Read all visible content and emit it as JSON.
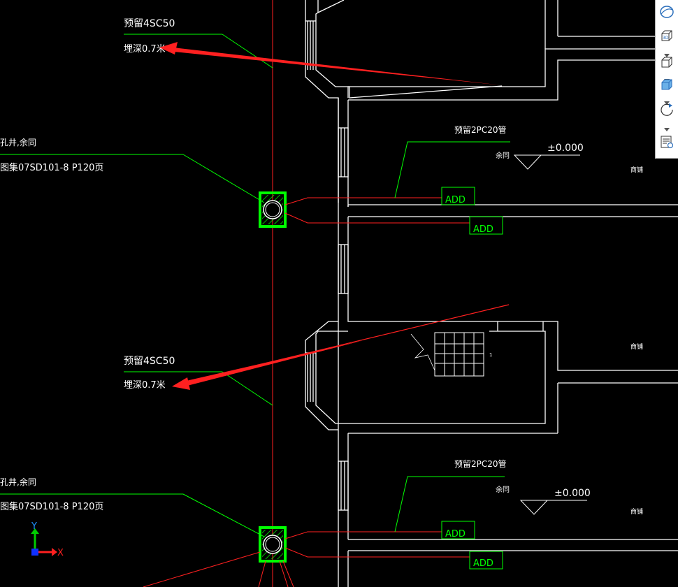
{
  "drawing": {
    "labels": {
      "reserve_4sc50": "预留4SC50",
      "bury_depth": "埋深0.7米",
      "handhole": "孔井,余同",
      "ref_atlas": "图集07SD101-8 P120页",
      "reserve_2pc20": "预留2PC20管",
      "same_rest": "余同",
      "elevation": "±0.000",
      "add": "ADD",
      "shop": "商铺",
      "stair_mark": "1"
    }
  },
  "axis": {
    "x_label": "X",
    "y_label": "Y"
  },
  "toolbar": {
    "items": [
      {
        "name": "orbit-icon"
      },
      {
        "name": "3d-view-icon",
        "text": "3D"
      },
      {
        "name": "wireframe-cube-icon"
      },
      {
        "name": "shaded-cube-icon"
      },
      {
        "name": "rotate-icon"
      },
      {
        "name": "layer-properties-icon"
      }
    ]
  },
  "colors": {
    "background": "#000000",
    "wall": "#ffffff",
    "leader": "#00ff00",
    "cable": "#ff0000",
    "annotation_arrow": "#ff2020",
    "box": "#00ff00"
  }
}
